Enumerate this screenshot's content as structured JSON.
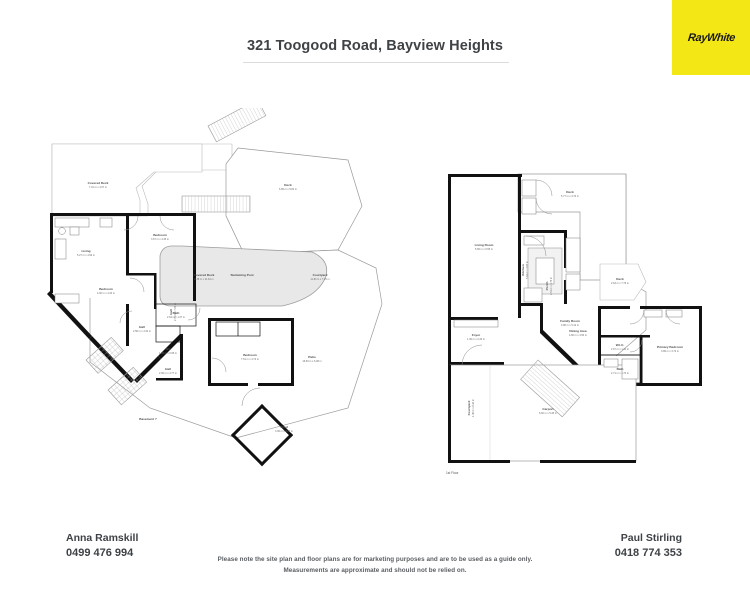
{
  "header": {
    "title": "321 Toogood Road, Bayview Heights",
    "brand": "RayWhite"
  },
  "footer": {
    "agent_left": {
      "name": "Anna Ramskill",
      "phone": "0499 476 994"
    },
    "agent_right": {
      "name": "Paul Stirling",
      "phone": "0418 774 353"
    },
    "disclaimer_line1": "Please note the site plan and floor plans are for marketing purposes and are to be used as a guide only.",
    "disclaimer_line2": "Measurements are approximate and should not be relied on."
  },
  "plans": {
    "ground": {
      "floor_label": "",
      "rooms": [
        {
          "name": "Covered Deck",
          "dim": "7.01 m x 4.07 m"
        },
        {
          "name": "Living",
          "dim": "5.27 m x 4.96 m"
        },
        {
          "name": "Bedroom",
          "dim": "3.67 m x 4.45 m"
        },
        {
          "name": "Bedroom",
          "dim": "4.00 m x 4.34 m"
        },
        {
          "name": "Covered Deck",
          "dim": "2.38 m x 11.64 m"
        },
        {
          "name": "Hall",
          "dim": "2.58 m x 4.34 m"
        },
        {
          "name": "Hall",
          "dim": "2.79 m x 7.31 m"
        },
        {
          "name": "Bath",
          "dim": "2.64 m x 1.37 m"
        },
        {
          "name": "WC",
          "dim": "1.06 m x 0.95 m"
        },
        {
          "name": "Hall",
          "dim": "2.09 m x 4.77 m"
        },
        {
          "name": "Bedroom",
          "dim": "7.61 m x 4.72 m"
        },
        {
          "name": "Swimming Pool",
          "dim": ""
        },
        {
          "name": "Deck",
          "dim": "6.86 m x 5.84 m"
        },
        {
          "name": "Courtyard",
          "dim": "11.80 m x 7.15 m"
        },
        {
          "name": "Patio",
          "dim": "16.69 m x 6.08 m"
        },
        {
          "name": "Shed",
          "dim": "3.36 m x 3.27 m"
        },
        {
          "name": "Basement ?",
          "dim": ""
        }
      ]
    },
    "first": {
      "floor_label": "1st Floor",
      "rooms": [
        {
          "name": "Deck",
          "dim": "5.77 m x 4.70 m"
        },
        {
          "name": "Living Room",
          "dim": "5.65 m x 6.55 m"
        },
        {
          "name": "Kitchen",
          "dim": "5.64 m x 3.85 m"
        },
        {
          "name": "Foyer",
          "dim": "1.39 m x 2.33 m"
        },
        {
          "name": "Dining Area",
          "dim": "4.60 m x 4.50 m"
        },
        {
          "name": "Porch",
          "dim": "2.51 m x 4.79 m"
        },
        {
          "name": "Deck",
          "dim": "2.63 m x 7.76 m"
        },
        {
          "name": "Family Room",
          "dim": "4.86 m x 5.12 m"
        },
        {
          "name": "W.I.C.",
          "dim": "2.67 m x 1.41 m"
        },
        {
          "name": "Bath",
          "dim": "2.71 m x 1.70 m"
        },
        {
          "name": "Primary Bedroom",
          "dim": "3.89 m x 3.72 m"
        },
        {
          "name": "Carport",
          "dim": "6.60 m x 5.35 m"
        },
        {
          "name": "Courtyard",
          "dim": "1.46 m x 8.42 m"
        }
      ]
    }
  },
  "colors": {
    "brand_yellow": "#f4e716",
    "wall": "#111111",
    "pool_fill": "#e8e8e8",
    "text": "#404346"
  }
}
